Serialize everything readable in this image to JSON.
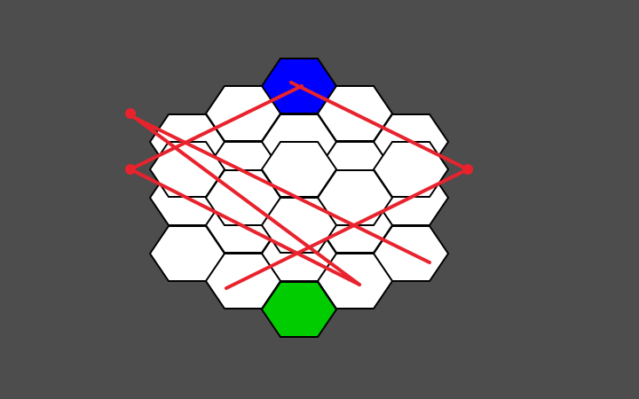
{
  "colors": {
    "background": "#4d4d4d",
    "cell_empty": "#ffffff",
    "cell_start": "#0000ff",
    "cell_goal": "#00cc00",
    "cell_border": "#000000",
    "laser": "#e8232d"
  },
  "board": {
    "layout": "hexagonal grid",
    "cells": [
      {
        "id": "r0c0",
        "state": "start"
      },
      {
        "id": "r1c0",
        "state": "empty"
      },
      {
        "id": "r1c1",
        "state": "empty"
      },
      {
        "id": "r2c0",
        "state": "empty"
      },
      {
        "id": "r2c1",
        "state": "empty"
      },
      {
        "id": "r2c2",
        "state": "empty"
      },
      {
        "id": "r2c3",
        "state": "empty"
      },
      {
        "id": "r3c0",
        "state": "empty"
      },
      {
        "id": "r3c1",
        "state": "empty"
      },
      {
        "id": "r3c2",
        "state": "empty"
      },
      {
        "id": "r4c0",
        "state": "empty"
      },
      {
        "id": "r4c1",
        "state": "empty"
      },
      {
        "id": "r4c2",
        "state": "empty"
      },
      {
        "id": "r4c3",
        "state": "empty"
      },
      {
        "id": "r5c0",
        "state": "empty"
      },
      {
        "id": "r5c1",
        "state": "empty"
      },
      {
        "id": "r5c2",
        "state": "empty"
      },
      {
        "id": "r6c0",
        "state": "empty"
      },
      {
        "id": "r6c1",
        "state": "empty"
      },
      {
        "id": "r6c2",
        "state": "empty"
      },
      {
        "id": "r6c3",
        "state": "empty"
      },
      {
        "id": "r7c0",
        "state": "empty"
      },
      {
        "id": "r7c1",
        "state": "empty"
      },
      {
        "id": "r7c2",
        "state": "empty"
      },
      {
        "id": "r8c0",
        "state": "goal"
      }
    ]
  },
  "lasers": {
    "segment_count": 6,
    "emitter_count": 3
  }
}
